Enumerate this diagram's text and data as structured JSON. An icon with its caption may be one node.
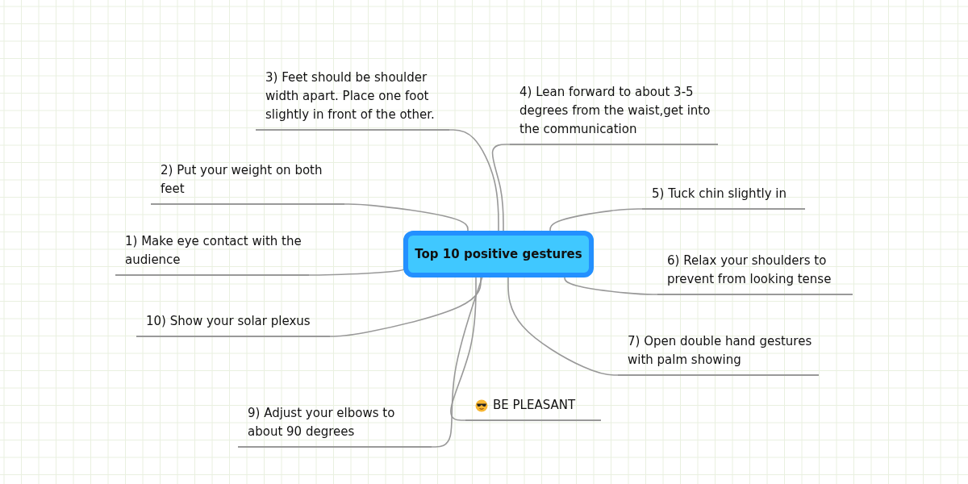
{
  "diagram": {
    "nodes": [
      {
        "text": [
          "Top 10 positive gestures"
        ]
      },
      {
        "text": [
          "1) Make eye contact with the audience"
        ]
      },
      {
        "text": [
          "2) Put your weight on both feet"
        ]
      },
      {
        "text": [
          "3) Feet should be shoulder width apart. Place one foot slightly in front of the other."
        ]
      },
      {
        "text": [
          "4) Lean forward to about 3-5 degrees from the waist,get into the communication"
        ]
      },
      {
        "text": [
          "5) Tuck chin slightly in"
        ]
      },
      {
        "text": [
          "6) Relax your shoulders to prevent from looking tense"
        ]
      },
      {
        "text": [
          "7) Open double hand gestures with palm showing"
        ]
      },
      {
        "text": [
          "BE PLEASANT"
        ]
      },
      {
        "text": [
          "9) Adjust your elbows to about 90 degrees"
        ]
      },
      {
        "text": [
          "10) Show your solar plexus"
        ]
      }
    ],
    "edges": [
      {
        "from": 0,
        "to": 1,
        "arrow": "none"
      },
      {
        "from": 0,
        "to": 2,
        "arrow": "none"
      },
      {
        "from": 0,
        "to": 3,
        "arrow": "none"
      },
      {
        "from": 0,
        "to": 4,
        "arrow": "none"
      },
      {
        "from": 0,
        "to": 5,
        "arrow": "none"
      },
      {
        "from": 0,
        "to": 6,
        "arrow": "none"
      },
      {
        "from": 0,
        "to": 7,
        "arrow": "none"
      },
      {
        "from": 0,
        "to": 8,
        "arrow": "none"
      },
      {
        "from": 0,
        "to": 9,
        "arrow": "none"
      },
      {
        "from": 0,
        "to": 10,
        "arrow": "none"
      }
    ]
  }
}
